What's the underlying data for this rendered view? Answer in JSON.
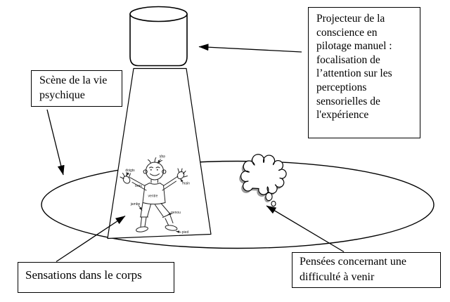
{
  "diagram": {
    "projector_note": {
      "lines": [
        "Projecteur de la",
        "conscience en",
        "pilotage manuel :",
        "focalisation de",
        "l’attention sur les",
        "perceptions",
        "sensorielles de",
        "l'expérience"
      ]
    },
    "scene_label": {
      "lines": [
        "Scène de la vie",
        "psychique"
      ]
    },
    "sensations_label": {
      "lines": [
        "Sensations dans le corps"
      ]
    },
    "pensees_label": {
      "lines": [
        "Pensées concernant une",
        "difficulté à venir"
      ]
    },
    "body_part_labels": {
      "tete": "tête",
      "doigts": "doigts",
      "bras": "bras",
      "main": "main",
      "ventre": "ventre",
      "jambe": "jambe",
      "genou": "genou",
      "pied": "pied"
    }
  },
  "colors": {
    "ink": "#000000",
    "figure_ink": "#222222",
    "bubble_shadow": "#9a9a9a",
    "background": "#ffffff"
  }
}
